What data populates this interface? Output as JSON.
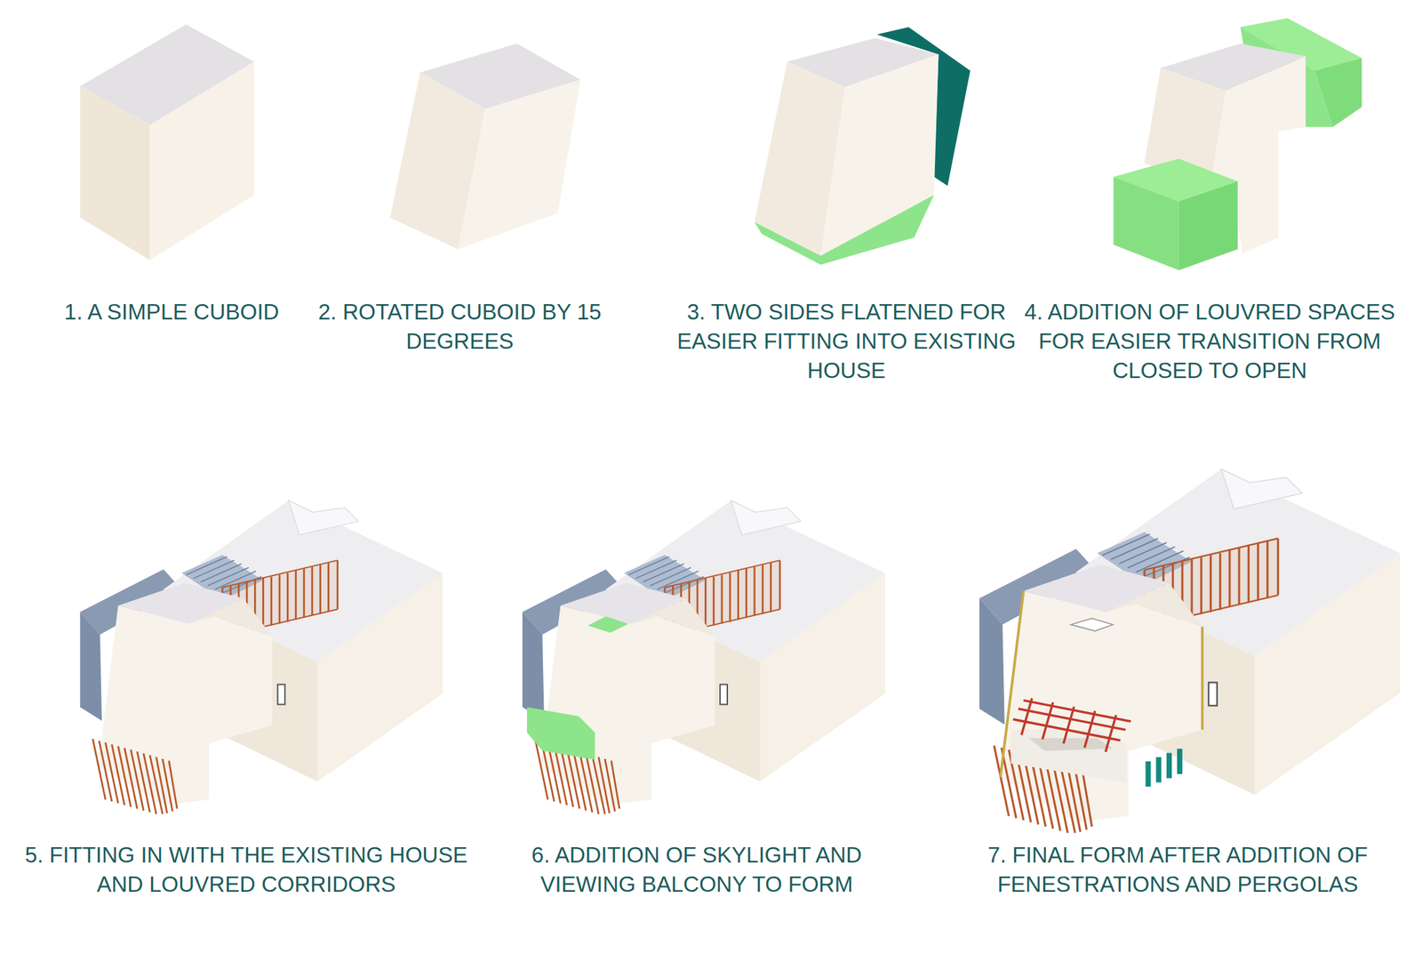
{
  "diagram": {
    "labels": [
      "1. A SIMPLE CUBOID",
      "2. ROTATED CUBOID BY 15 DEGREES",
      "3. TWO SIDES FLATENED FOR EASIER FITTING INTO EXISTING HOUSE",
      "4. ADDITION OF LOUVRED SPACES FOR EASIER TRANSITION FROM CLOSED TO OPEN",
      "5. FITTING IN WITH THE EXISTING HOUSE AND LOUVRED CORRIDORS",
      "6. ADDITION OF SKYLIGHT AND VIEWING BALCONY TO FORM",
      "7. FINAL FORM AFTER ADDITION OF FENESTRATIONS AND PERGOLAS"
    ]
  }
}
